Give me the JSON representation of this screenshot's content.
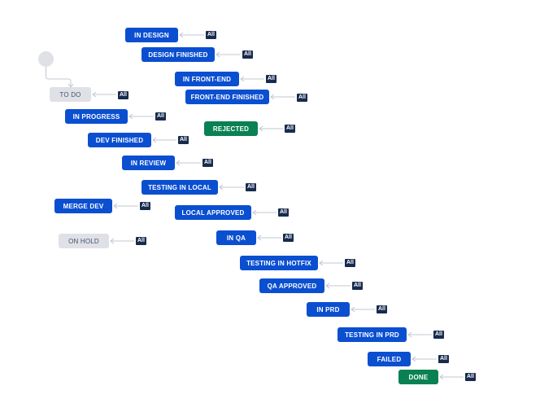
{
  "colors": {
    "in_progress": "#0b4fd1",
    "done": "#0a8153",
    "todo": "#dfe1e6",
    "badge": "#172b4d",
    "connector": "#c1c7d0"
  },
  "transition_label": "All",
  "statuses": [
    {
      "id": "in-design",
      "label": "IN DESIGN",
      "category": "in-progress"
    },
    {
      "id": "design-finished",
      "label": "DESIGN FINISHED",
      "category": "in-progress"
    },
    {
      "id": "in-front-end",
      "label": "IN FRONT-END",
      "category": "in-progress"
    },
    {
      "id": "to-do",
      "label": "TO DO",
      "category": "todo"
    },
    {
      "id": "front-end-finished",
      "label": "FRONT-END FINISHED",
      "category": "in-progress"
    },
    {
      "id": "in-progress",
      "label": "IN PROGRESS",
      "category": "in-progress"
    },
    {
      "id": "rejected",
      "label": "REJECTED",
      "category": "done"
    },
    {
      "id": "dev-finished",
      "label": "DEV FINISHED",
      "category": "in-progress"
    },
    {
      "id": "in-review",
      "label": "IN REVIEW",
      "category": "in-progress"
    },
    {
      "id": "testing-in-local",
      "label": "TESTING IN LOCAL",
      "category": "in-progress"
    },
    {
      "id": "merge-dev",
      "label": "MERGE DEV",
      "category": "in-progress"
    },
    {
      "id": "local-approved",
      "label": "LOCAL APPROVED",
      "category": "in-progress"
    },
    {
      "id": "on-hold",
      "label": "ON HOLD",
      "category": "todo"
    },
    {
      "id": "in-qa",
      "label": "IN QA",
      "category": "in-progress"
    },
    {
      "id": "testing-in-hotfix",
      "label": "TESTING IN HOTFIX",
      "category": "in-progress"
    },
    {
      "id": "qa-approved",
      "label": "QA APPROVED",
      "category": "in-progress"
    },
    {
      "id": "in-prd",
      "label": "IN PRD",
      "category": "in-progress"
    },
    {
      "id": "testing-in-prd",
      "label": "TESTING IN PRD",
      "category": "in-progress"
    },
    {
      "id": "failed",
      "label": "FAILED",
      "category": "in-progress"
    },
    {
      "id": "done",
      "label": "DONE",
      "category": "done"
    }
  ]
}
